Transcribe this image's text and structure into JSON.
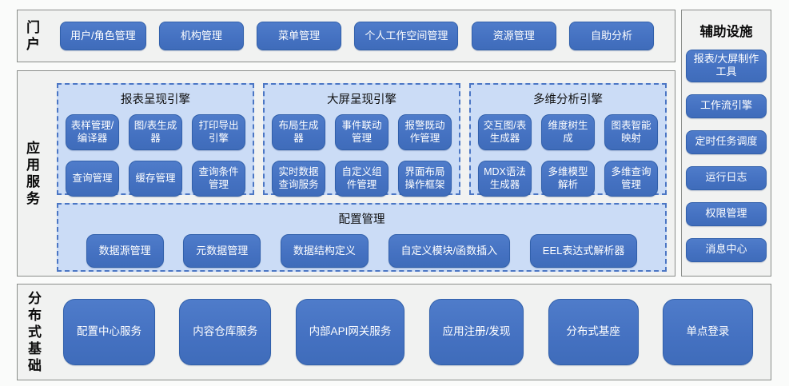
{
  "colors": {
    "node_blue": "#4471C1",
    "node_border_blue": "#3160AB",
    "panel_light_blue": "#CBDCF6",
    "panel_dashed_border": "#4B76C4",
    "section_gray": "#F1F2F1",
    "section_border_gray": "#8A8D8A",
    "node_text": "#FFFFFF",
    "label_text": "#0B0B0B"
  },
  "sections": {
    "portal": {
      "label": "门户",
      "items": [
        "用户/角色管理",
        "机构管理",
        "菜单管理",
        "个人工作空间管理",
        "资源管理",
        "自助分析"
      ]
    },
    "app_services": {
      "label": "应用服务",
      "panels": [
        {
          "title": "报表呈现引擎",
          "items": [
            "表样管理/编译器",
            "图/表生成器",
            "打印导出引擎",
            "查询管理",
            "缓存管理",
            "查询条件管理"
          ]
        },
        {
          "title": "大屏呈现引擎",
          "items": [
            "布局生成器",
            "事件联动管理",
            "报警既动作管理",
            "实时数据查询服务",
            "自定义组件管理",
            "界面布局操作框架"
          ]
        },
        {
          "title": "多维分析引擎",
          "items": [
            "交互图/表生成器",
            "维度树生成",
            "图表智能映射",
            "MDX语法生成器",
            "多维模型解析",
            "多维查询管理"
          ]
        }
      ],
      "config_panel": {
        "title": "配置管理",
        "items": [
          "数据源管理",
          "元数据管理",
          "数据结构定义",
          "自定义模块/函数插入",
          "EEL表达式解析器"
        ]
      }
    },
    "auxiliary": {
      "title": "辅助设施",
      "items": [
        "报表/大屏制作工具",
        "工作流引擎",
        "定时任务调度",
        "运行日志",
        "权限管理",
        "消息中心"
      ]
    },
    "distributed": {
      "label": "分布式基础",
      "items": [
        "配置中心服务",
        "内容仓库服务",
        "内部API网关服务",
        "应用注册/发现",
        "分布式基座",
        "单点登录"
      ]
    }
  }
}
